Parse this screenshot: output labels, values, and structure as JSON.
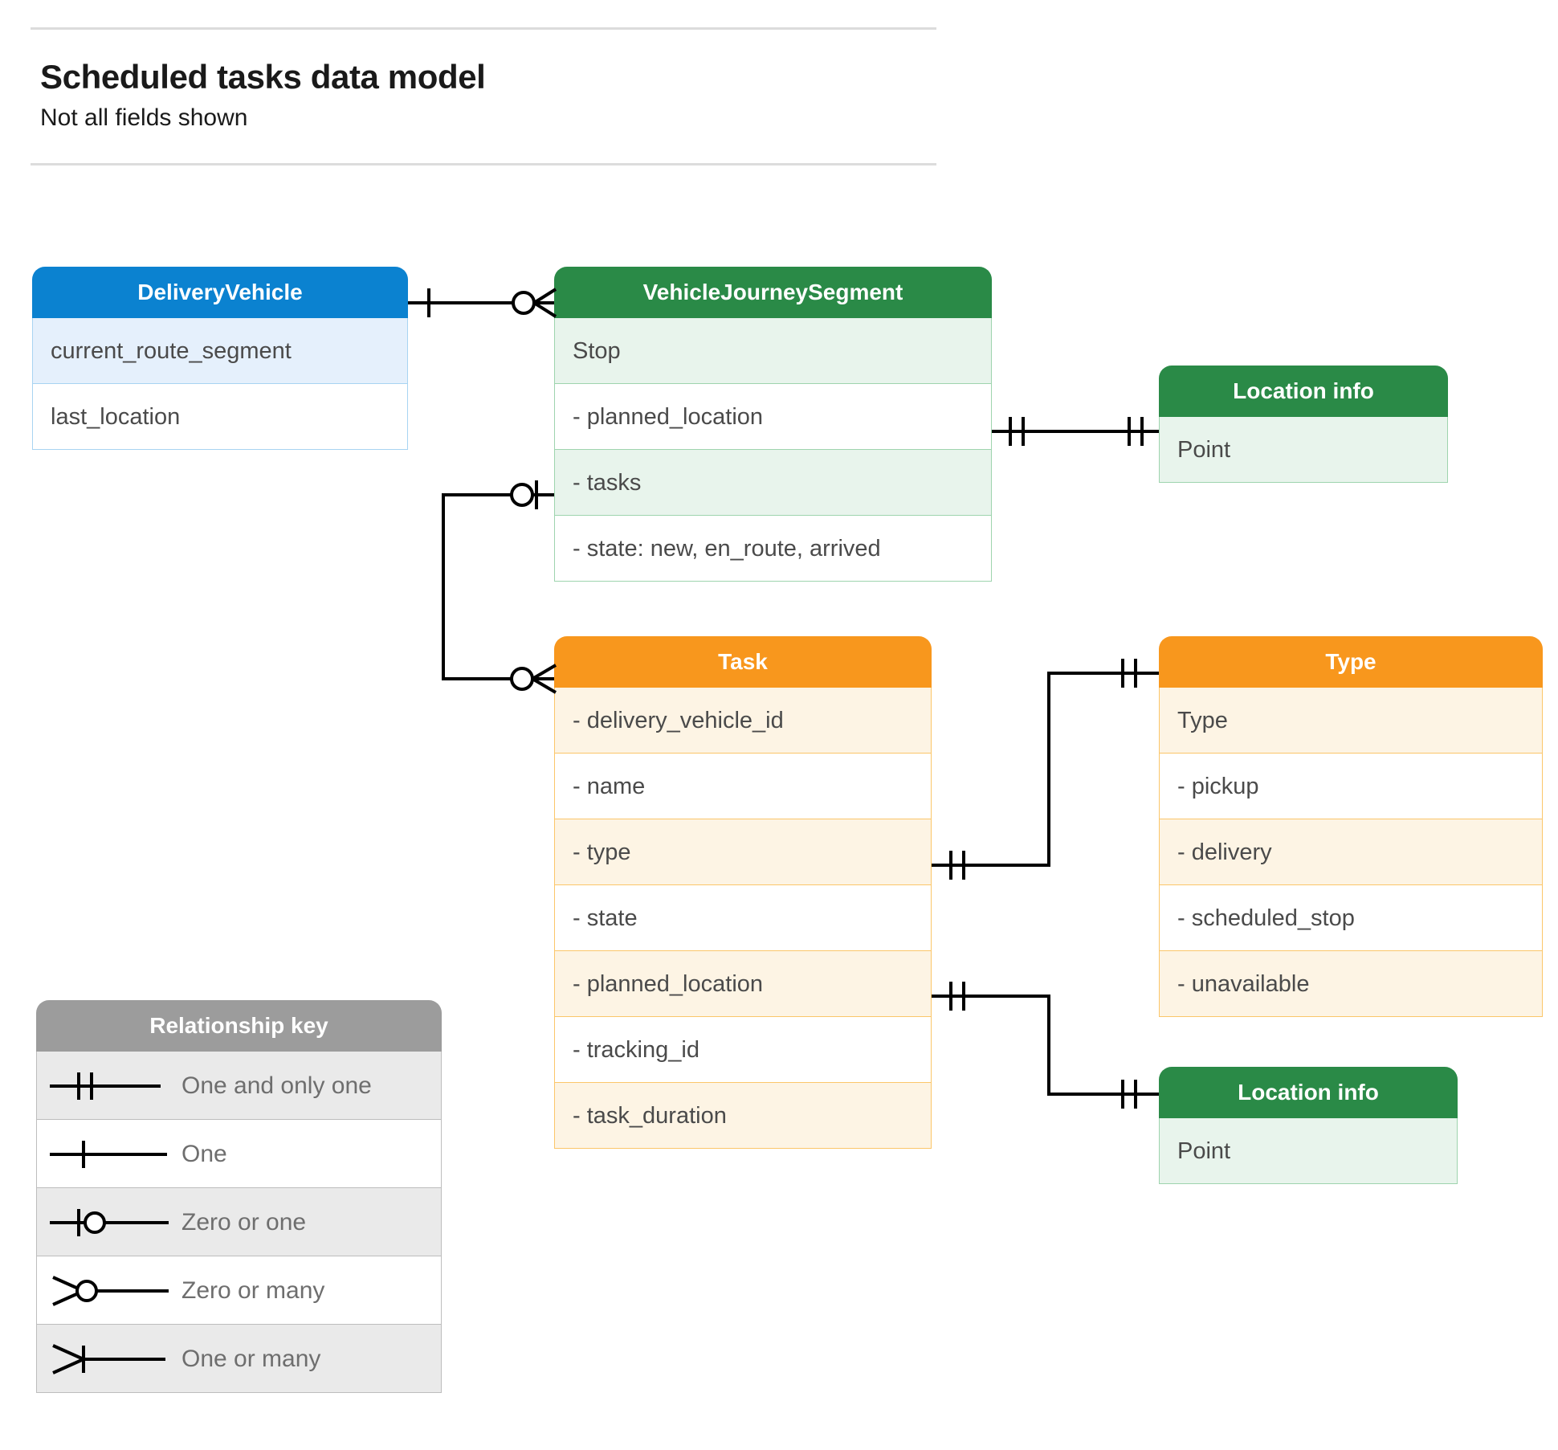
{
  "header": {
    "title": "Scheduled tasks data model",
    "subtitle": "Not all fields shown"
  },
  "entities": {
    "delivery_vehicle": {
      "title": "DeliveryVehicle",
      "color": "#0b82d0",
      "rows": [
        "current_route_segment",
        "last_location"
      ]
    },
    "vehicle_journey_segment": {
      "title": "VehicleJourneySegment",
      "color": "#2a8a47",
      "rows": [
        "Stop",
        "-  planned_location",
        "- tasks",
        "- state: new, en_route, arrived"
      ]
    },
    "location_info_top": {
      "title": "Location info",
      "color": "#2a8a47",
      "rows": [
        "Point"
      ]
    },
    "task": {
      "title": "Task",
      "color": "#f8971d",
      "rows": [
        "- delivery_vehicle_id",
        "- name",
        "- type",
        "- state",
        "- planned_location",
        "- tracking_id",
        "- task_duration"
      ]
    },
    "type": {
      "title": "Type",
      "color": "#f8971d",
      "rows": [
        "Type",
        "-  pickup",
        "-  delivery",
        "-  scheduled_stop",
        "-  unavailable"
      ]
    },
    "location_info_bottom": {
      "title": "Location info",
      "color": "#2a8a47",
      "rows": [
        "Point"
      ]
    }
  },
  "legend": {
    "title": "Relationship key",
    "items": [
      {
        "symbol": "one-and-only-one",
        "label": "One and only one"
      },
      {
        "symbol": "one",
        "label": "One"
      },
      {
        "symbol": "zero-or-one",
        "label": "Zero or one"
      },
      {
        "symbol": "zero-or-many",
        "label": "Zero or many"
      },
      {
        "symbol": "one-or-many",
        "label": "One or many"
      }
    ]
  },
  "relationships": [
    {
      "from": "DeliveryVehicle",
      "to": "VehicleJourneySegment",
      "from_cardinality": "one",
      "to_cardinality": "zero-or-many"
    },
    {
      "from": "VehicleJourneySegment.planned_location",
      "to": "Location info",
      "from_cardinality": "one-and-only-one",
      "to_cardinality": "one-and-only-one"
    },
    {
      "from": "VehicleJourneySegment.tasks",
      "to": "Task",
      "from_cardinality": "zero-or-one",
      "to_cardinality": "zero-or-many"
    },
    {
      "from": "Task.type",
      "to": "Type",
      "from_cardinality": "one-and-only-one",
      "to_cardinality": "one-and-only-one"
    },
    {
      "from": "Task.planned_location",
      "to": "Location info",
      "from_cardinality": "one-and-only-one",
      "to_cardinality": "one-and-only-one"
    }
  ],
  "colors": {
    "blue": "#0b82d0",
    "green": "#2a8a47",
    "orange": "#f8971d",
    "grey": "#9c9c9c",
    "line": "#000000"
  }
}
